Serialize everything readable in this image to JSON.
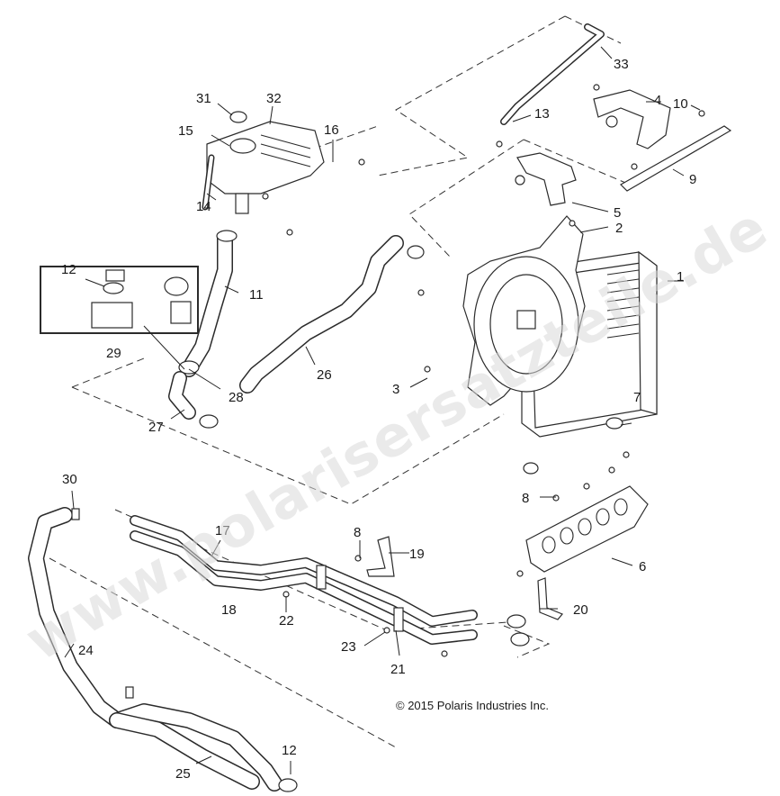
{
  "callouts": [
    "1",
    "2",
    "3",
    "4",
    "5",
    "6",
    "7",
    "8",
    "8",
    "9",
    "10",
    "11",
    "12",
    "12",
    "13",
    "14",
    "15",
    "16",
    "17",
    "18",
    "19",
    "20",
    "21",
    "22",
    "23",
    "24",
    "25",
    "26",
    "27",
    "28",
    "29",
    "30",
    "31",
    "32",
    "33"
  ],
  "copyright": "© 2015 Polaris Industries Inc.",
  "watermark": "www.polarisersatzteile.de"
}
